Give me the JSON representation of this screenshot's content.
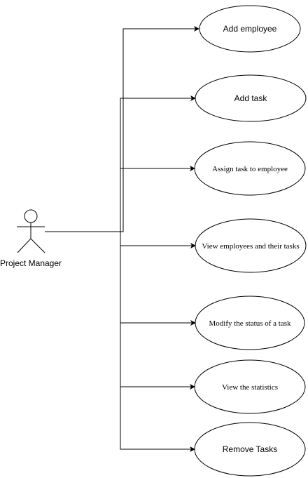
{
  "actor": {
    "label": "Project Manager"
  },
  "use_cases": [
    {
      "label": "Add employee",
      "font": "sans"
    },
    {
      "label": "Add task",
      "font": "sans"
    },
    {
      "label": "Assign task to employee",
      "font": "serif"
    },
    {
      "label": "View employees and their tasks",
      "font": "serif"
    },
    {
      "label": "Modify the status of a task",
      "font": "serif"
    },
    {
      "label": "View the statistics",
      "font": "serif"
    },
    {
      "label": "Remove Tasks",
      "font": "sans"
    }
  ],
  "colors": {
    "line": "#000000",
    "background": "#ffffff"
  }
}
